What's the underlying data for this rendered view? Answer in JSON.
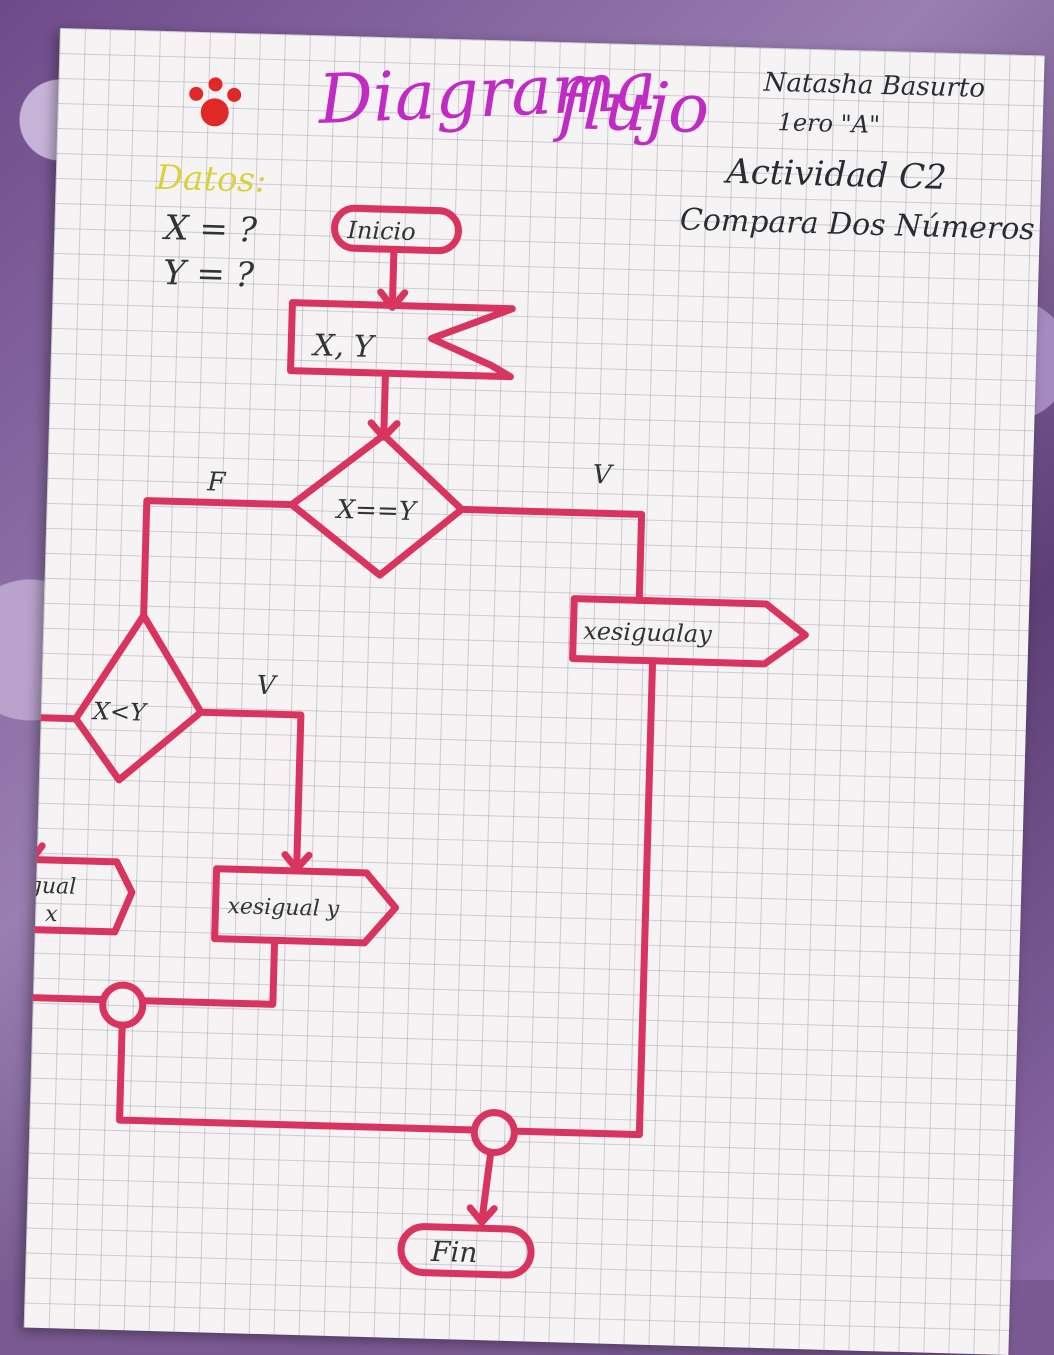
{
  "header": {
    "title_part1": "Diagrama",
    "title_part2": "flujo",
    "author": "Natasha Basurto",
    "group": "1ero \"A\"",
    "activity": "Actividad C2",
    "subtitle": "Compara Dos Números"
  },
  "data_block": {
    "title": "Datos:",
    "var_x": "X = ?",
    "var_y": "Y = ?"
  },
  "flowchart": {
    "start": "Inicio",
    "input": "X, Y",
    "decision1": "X==Y",
    "decision1_false": "F",
    "decision1_true": "V",
    "output_equal": "xesigualay",
    "decision2": "X<Y",
    "decision2_true": "V",
    "output_left_line1": "yesigual",
    "output_left_line2": "x",
    "output_right": "xesigual y",
    "end": "Fin"
  },
  "colors": {
    "ink": "#d8345f",
    "title": "#c02bc4",
    "data_title": "#d9d23a",
    "pencil": "#2b2b33"
  }
}
